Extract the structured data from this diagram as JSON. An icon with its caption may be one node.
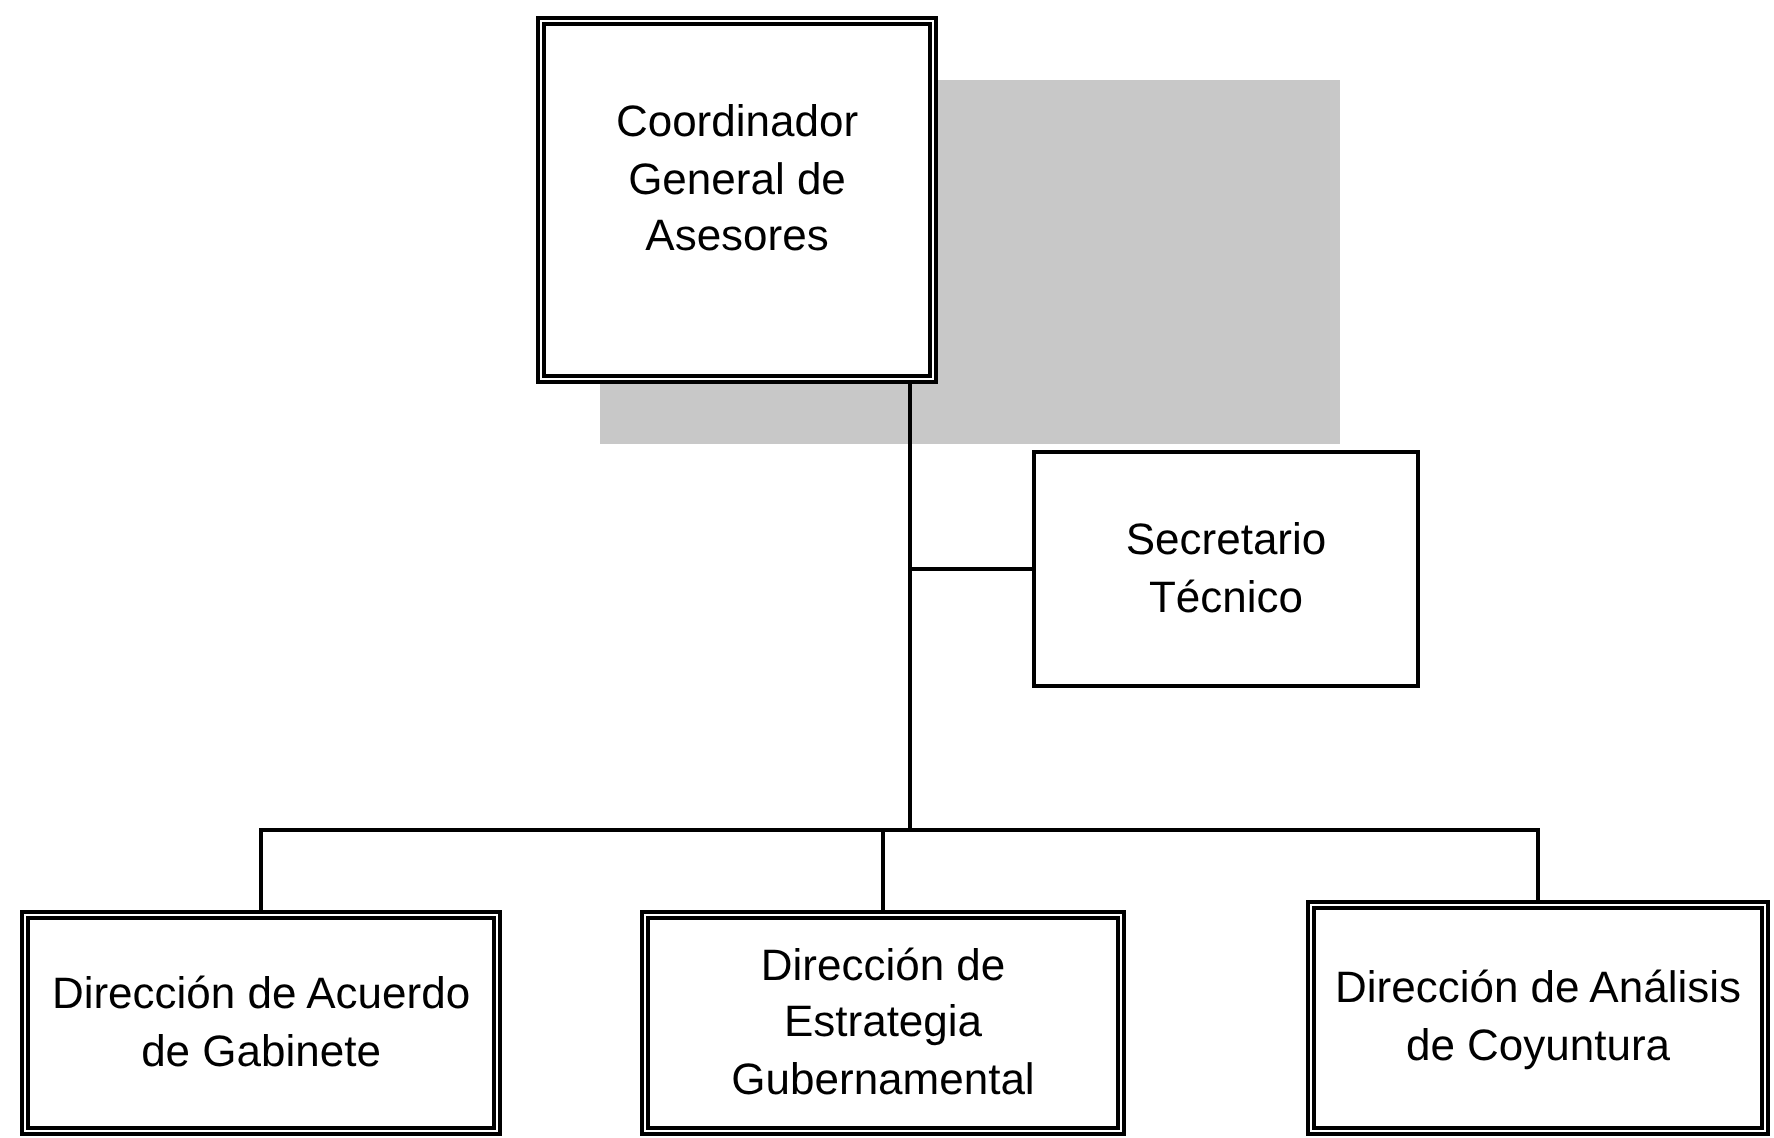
{
  "diagram": {
    "nodes": [
      {
        "text": [
          "Coordinador General de Asesores"
        ]
      },
      {
        "text": [
          "Secretario Técnico"
        ]
      },
      {
        "text": [
          "Dirección de Acuerdo de Gabinete"
        ]
      },
      {
        "text": [
          "Dirección de Estrategia Gubernamental"
        ]
      },
      {
        "text": [
          "Dirección de Análisis de Coyuntura"
        ]
      }
    ],
    "edges": [
      {
        "from": 0,
        "to": 1,
        "arrow": "none"
      },
      {
        "from": 0,
        "to": 2,
        "arrow": "none"
      },
      {
        "from": 0,
        "to": 3,
        "arrow": "none"
      },
      {
        "from": 0,
        "to": 4,
        "arrow": "none"
      }
    ]
  }
}
